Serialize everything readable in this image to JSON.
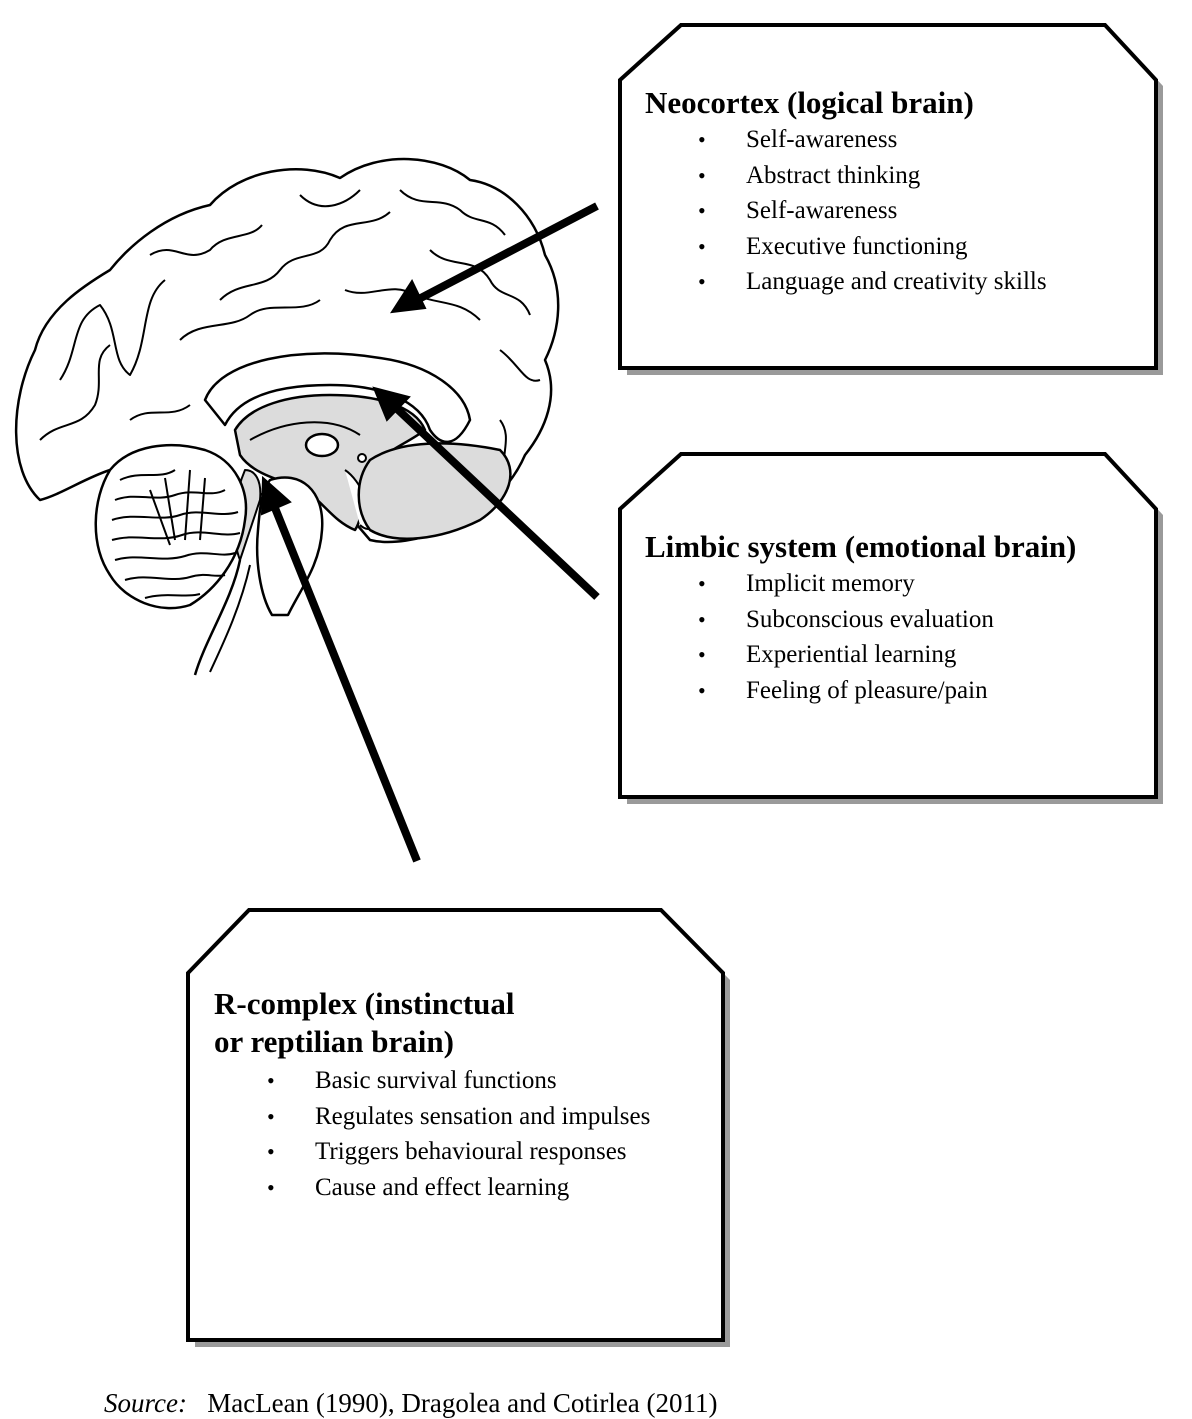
{
  "panels": {
    "neocortex": {
      "title": "Neocortex (logical brain)",
      "items": [
        "Self-awareness",
        "Abstract thinking",
        "Self-awareness",
        "Executive functioning",
        "Language and creativity skills"
      ]
    },
    "limbic": {
      "title": "Limbic system (emotional brain)",
      "items": [
        "Implicit memory",
        "Subconscious evaluation",
        "Experiential learning",
        "Feeling of pleasure/pain"
      ]
    },
    "rcomplex": {
      "title_line1": "R-complex (instinctual",
      "title_line2": "or reptilian brain)",
      "items": [
        "Basic survival functions",
        "Regulates sensation and impulses",
        "Triggers behavioural responses",
        "Cause and effect learning"
      ]
    }
  },
  "source": {
    "label": "Source:",
    "text": "MacLean (1990), Dragolea and Cotirlea (2011)"
  },
  "bullet_glyph": "•",
  "colors": {
    "ink": "#000000",
    "shadow": "#9a9a9a",
    "tissue": "#dcdcdc",
    "paper": "#ffffff"
  }
}
